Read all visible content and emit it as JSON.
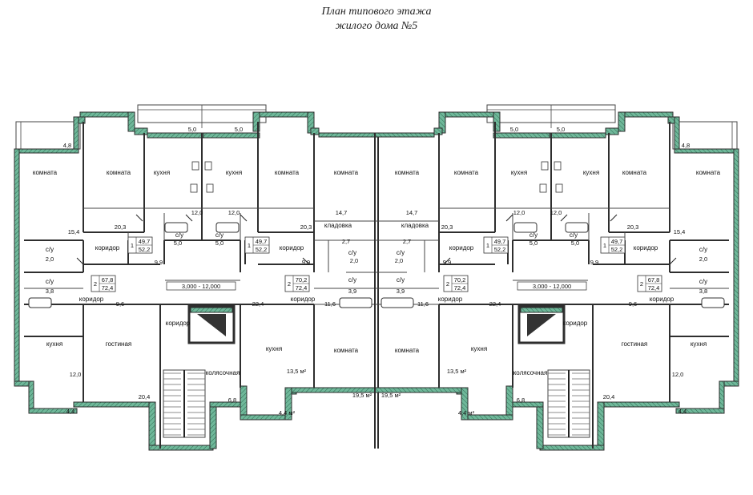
{
  "title": {
    "line1": "План типового этажа",
    "line2": "жилого дома №5"
  },
  "rooms": {
    "komnata": "комната",
    "kuhnya": "кухня",
    "koridor": "коридор",
    "su": "с/у",
    "gostinaya": "гостиная",
    "kladovka": "кладовка",
    "kolyasochnaya": "колясочная"
  },
  "areas": {
    "a48": "4,8",
    "a50": "5,0",
    "a120": "12,0",
    "a203": "20,3",
    "a147": "14,7",
    "a154": "15,4",
    "a20": "2,0",
    "a38": "3,8",
    "a99": "9,9",
    "a27": "2,7",
    "a96": "9,6",
    "a224": "22,4",
    "a116": "11,6",
    "a39": "3,9",
    "a135": "13,5 м²",
    "a195": "19,5 м²",
    "a204": "20,4",
    "a68": "6,8",
    "a44": "4,4",
    "a44m": "4,4 м²"
  },
  "apartments": {
    "one": {
      "rooms": "1",
      "living": "49,7",
      "total": "52,2"
    },
    "two_a": {
      "rooms": "2",
      "living": "67,8",
      "total": "72,4"
    },
    "two_b": {
      "rooms": "2",
      "living": "70,2",
      "total": "72,4"
    }
  },
  "axis_label": "3,000 - 12,000",
  "colors": {
    "wall": "#2e2e2e",
    "insulation": "#6fb89a",
    "line": "#444"
  }
}
